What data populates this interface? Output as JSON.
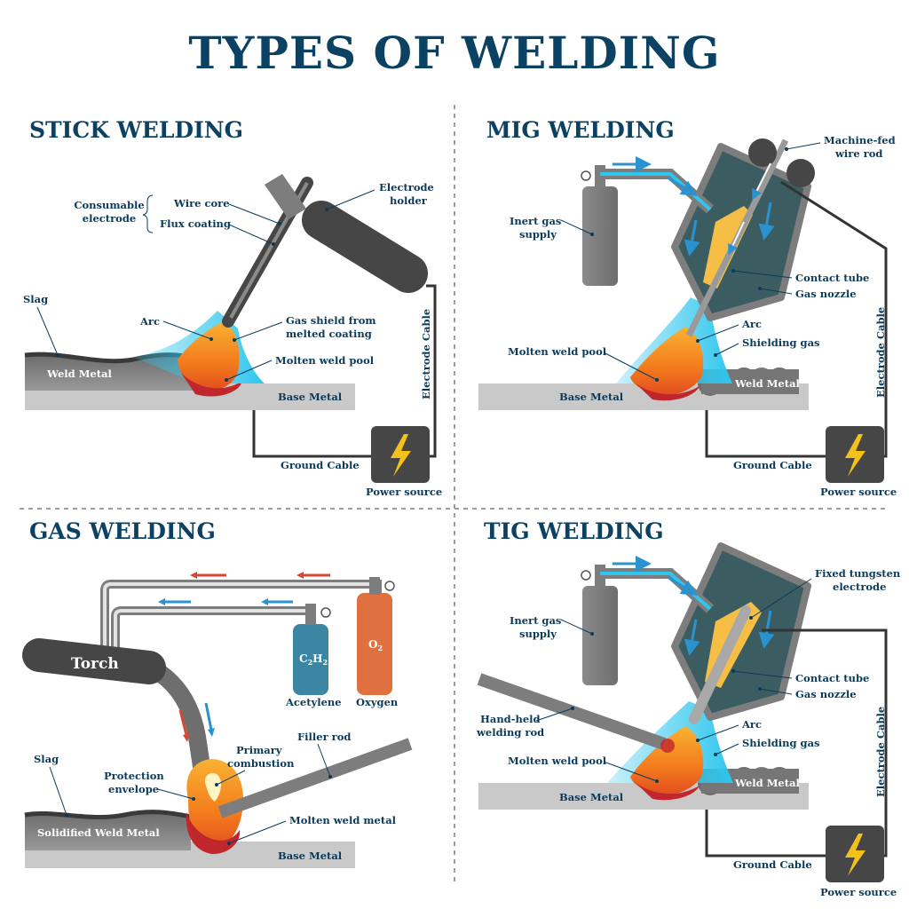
{
  "title": "TYPES OF WELDING",
  "colors": {
    "title": "#0b4263",
    "gas_blue": "#2fc6ee",
    "pool_red": "#c0262b",
    "flame_orange": "#f37b1d",
    "metal_gray": "#c9c9c9",
    "dark_gray": "#464646",
    "cylinder_gray": "#7d7d7d",
    "nozzle_teal": "#3b5d61",
    "tube_yellow": "#f6be45",
    "bolt_yellow": "#f3c21a",
    "acetylene_blue": "#3c86a3",
    "oxygen_orange": "#df7040",
    "arrow_red": "#d24b32",
    "arrow_blue": "#2a93cf"
  },
  "stick": {
    "title": "STICK WELDING",
    "consumable": [
      "Consumable",
      "electrode"
    ],
    "wire_core": "Wire core",
    "flux_coating": "Flux coating",
    "electrode_holder": [
      "Electrode",
      "holder"
    ],
    "slag": "Slag",
    "arc": "Arc",
    "gas_shield": [
      "Gas shield from",
      "melted coating"
    ],
    "molten_pool": "Molten weld pool",
    "weld_metal": "Weld Metal",
    "base_metal": "Base Metal",
    "electrode_cable": "Electrode Cable",
    "ground_cable": "Ground Cable",
    "power_source": "Power source",
    "power_icon": "lightning-bolt-icon"
  },
  "mig": {
    "title": "MIG WELDING",
    "wire_rod": [
      "Machine-fed",
      "wire rod"
    ],
    "inert_gas": [
      "Inert gas",
      "supply"
    ],
    "contact_tube": "Contact tube",
    "gas_nozzle": "Gas nozzle",
    "arc": "Arc",
    "shielding_gas": "Shielding gas",
    "molten_pool": "Molten weld pool",
    "weld_metal": "Weld Metal",
    "base_metal": "Base Metal",
    "electrode_cable": "Electrode Cable",
    "ground_cable": "Ground Cable",
    "power_source": "Power source",
    "power_icon": "lightning-bolt-icon"
  },
  "gas": {
    "title": "GAS WELDING",
    "torch": "Torch",
    "acetylene_formula": {
      "c": "C",
      "c_sub": "2",
      "h": "H",
      "h_sub": "2"
    },
    "oxygen_formula": {
      "o": "O",
      "o_sub": "2"
    },
    "acetylene": "Acetylene",
    "oxygen": "Oxygen",
    "slag": "Slag",
    "filler_rod": "Filler rod",
    "primary_combustion": [
      "Primary",
      "combustion"
    ],
    "protection_envelope": [
      "Protection",
      "envelope"
    ],
    "solidified_weld_metal": "Solidified Weld Metal",
    "molten_weld_metal": "Molten weld metal",
    "base_metal": "Base Metal"
  },
  "tig": {
    "title": "TIG WELDING",
    "tungsten": [
      "Fixed tungsten",
      "electrode"
    ],
    "inert_gas": [
      "Inert gas",
      "supply"
    ],
    "contact_tube": "Contact tube",
    "gas_nozzle": "Gas nozzle",
    "hand_rod": [
      "Hand-held",
      "welding rod"
    ],
    "arc": "Arc",
    "shielding_gas": "Shielding gas",
    "molten_pool": "Molten weld pool",
    "weld_metal": "Weld Metal",
    "base_metal": "Base Metal",
    "electrode_cable": "Electrode Cable",
    "ground_cable": "Ground Cable",
    "power_source": "Power source",
    "power_icon": "lightning-bolt-icon"
  }
}
